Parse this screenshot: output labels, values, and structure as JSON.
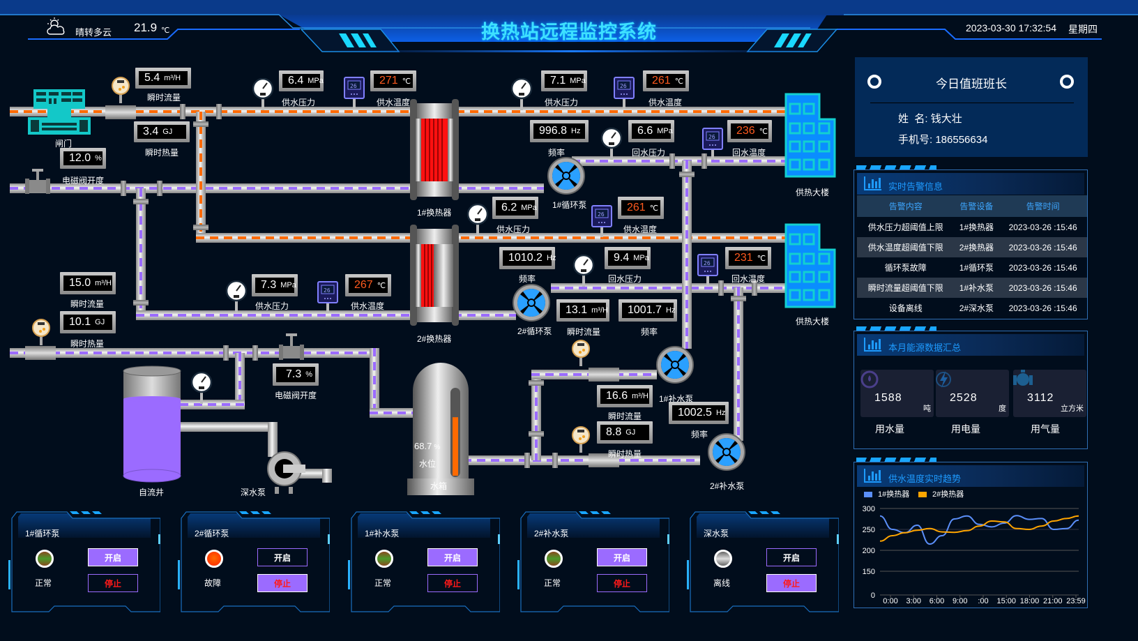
{
  "header": {
    "title": "换热站远程监控系统",
    "weather": {
      "icon": "partly-cloudy-icon",
      "text": "晴转多云",
      "temperature": "21.9",
      "unit": "℃"
    },
    "date": "2023-03-30  17:32:54",
    "weekday": "星期四"
  },
  "colors": {
    "supply": "#ff6a00",
    "return": "#9b6bff",
    "accent": "#3ee0ff",
    "panel_title": "#1e9bff",
    "alarm": "#ff5a1e"
  },
  "diagram": {
    "gate": {
      "label": "闸门"
    },
    "inlet_flow": {
      "value": "5.4",
      "unit": "m³/H",
      "label": "瞬时流量"
    },
    "inlet_heat": {
      "value": "3.4",
      "unit": "GJ",
      "label": "瞬时热量"
    },
    "inlet_valve": {
      "value": "12.0",
      "unit": "%",
      "label": "电磁阀开度"
    },
    "hx1": {
      "label": "1#换热器",
      "in_pressure": {
        "value": "6.4",
        "unit": "MPa",
        "label": "供水压力"
      },
      "in_temp": {
        "value": "271",
        "unit": "℃",
        "label": "供水温度"
      },
      "out_pressure": {
        "value": "7.1",
        "unit": "MPa",
        "label": "供水压力"
      },
      "out_temp": {
        "value": "261",
        "unit": "℃",
        "label": "供水温度"
      },
      "pump": {
        "label": "1#循环泵",
        "freq": {
          "value": "996.8",
          "unit": "Hz",
          "label": "频率"
        }
      },
      "return_pressure": {
        "value": "6.6",
        "unit": "MPa",
        "label": "回水压力"
      },
      "return_temp": {
        "value": "236",
        "unit": "℃",
        "label": "回水温度"
      },
      "building": "供热大楼"
    },
    "hx2": {
      "label": "2#换热器",
      "in_pressure": {
        "value": "7.3",
        "unit": "MPa",
        "label": "供水压力"
      },
      "in_temp": {
        "value": "267",
        "unit": "℃",
        "label": "供水温度"
      },
      "out_pressure": {
        "value": "6.2",
        "unit": "MPa",
        "label": "供水压力"
      },
      "out_temp": {
        "value": "261",
        "unit": "℃",
        "label": "供水温度"
      },
      "pump": {
        "label": "2#循环泵",
        "freq": {
          "value": "1010.2",
          "unit": "Hz",
          "label": "频率"
        }
      },
      "return_pressure": {
        "value": "9.4",
        "unit": "MPa",
        "label": "回水压力"
      },
      "return_temp": {
        "value": "231",
        "unit": "℃",
        "label": "回水温度"
      },
      "flow": {
        "value": "13.1",
        "unit": "m³/H",
        "label": "瞬时流量"
      },
      "freq2": {
        "value": "1001.7",
        "unit": "Hz",
        "label": "频率"
      },
      "building": "供热大楼"
    },
    "well": {
      "flow": {
        "value": "15.0",
        "unit": "m³/H",
        "label": "瞬时流量"
      },
      "heat": {
        "value": "10.1",
        "unit": "GJ",
        "label": "瞬时热量"
      },
      "valve": {
        "value": "7.3",
        "unit": "%",
        "label": "电磁阀开度"
      },
      "well_label": "自流井",
      "deep_pump_label": "深水泵"
    },
    "tank": {
      "level": "68.7",
      "unit": "%",
      "level_label": "水位",
      "label": "水箱",
      "level_fraction": 0.687
    },
    "makeup": {
      "flow": {
        "value": "16.6",
        "unit": "m³/H",
        "label": "瞬时流量"
      },
      "heat": {
        "value": "8.8",
        "unit": "GJ",
        "label": "瞬时热量"
      },
      "pump1": {
        "label": "1#补水泵"
      },
      "pump2": {
        "label": "2#补水泵",
        "freq": {
          "value": "1002.5",
          "unit": "Hz",
          "label": "频率"
        }
      }
    }
  },
  "duty": {
    "title": "今日值班班长",
    "name_label": "姓  名:",
    "name": "钱大壮",
    "phone_label": "手机号:",
    "phone": "186556634"
  },
  "alarms": {
    "title": "实时告警信息",
    "columns": [
      "告警内容",
      "告警设备",
      "告警时间"
    ],
    "rows": [
      [
        "供水压力超阈值上限",
        "1#换热器",
        "2023-03-26 :15:46"
      ],
      [
        "供水温度超阈值下限",
        "2#换热器",
        "2023-03-26 :15:46"
      ],
      [
        "循环泵故障",
        "1#循环泵",
        "2023-03-26 :15:46"
      ],
      [
        "瞬时流量超阈值下限",
        "1#补水泵",
        "2023-03-26 :15:46"
      ],
      [
        "设备离线",
        "2#深水泵",
        "2023-03-26 :15:46"
      ]
    ]
  },
  "energy": {
    "title": "本月能源数据汇总",
    "items": [
      {
        "icon": "water-drop-icon",
        "value": "1588",
        "unit": "吨",
        "label": "用水量"
      },
      {
        "icon": "lightning-icon",
        "value": "2528",
        "unit": "度",
        "label": "用电量"
      },
      {
        "icon": "gas-valve-icon",
        "value": "3112",
        "unit": "立方米",
        "label": "用气量"
      }
    ]
  },
  "chart_data": {
    "type": "line",
    "title": "供水温度实时趋势",
    "xlabel": "",
    "ylabel": "",
    "x_ticks": [
      "0:00",
      "3:00",
      "6:00",
      "9:00",
      ":00",
      "15:00",
      "18:00",
      "21:00",
      "23:59"
    ],
    "y_ticks": [
      0,
      150,
      200,
      250,
      300
    ],
    "ylim": [
      0,
      300
    ],
    "legend_position": "top-left",
    "grid": true,
    "x": [
      0,
      1,
      2,
      3,
      4,
      5,
      6,
      7,
      8,
      9,
      10,
      11,
      12,
      13,
      14,
      15,
      16
    ],
    "series": [
      {
        "name": "1#换热器",
        "color": "#5b8ff9",
        "values": [
          282,
          250,
          242,
          260,
          215,
          235,
          275,
          282,
          262,
          256,
          265,
          283,
          274,
          276,
          250,
          252,
          272
        ]
      },
      {
        "name": "2#换热器",
        "color": "#ffa500",
        "values": [
          222,
          235,
          242,
          248,
          252,
          244,
          243,
          247,
          258,
          270,
          268,
          252,
          250,
          258,
          270,
          276,
          282
        ]
      }
    ]
  },
  "controls": [
    {
      "name": "1#循环泵",
      "status": "正常",
      "led": "normal",
      "start": "开启",
      "stop": "停止",
      "active": "start"
    },
    {
      "name": "2#循环泵",
      "status": "故障",
      "led": "fault",
      "start": "开启",
      "stop": "停止",
      "active": "stop"
    },
    {
      "name": "1#补水泵",
      "status": "正常",
      "led": "normal",
      "start": "开启",
      "stop": "停止",
      "active": "start"
    },
    {
      "name": "2#补水泵",
      "status": "正常",
      "led": "normal",
      "start": "开启",
      "stop": "停止",
      "active": "start"
    },
    {
      "name": "深水泵",
      "status": "离线",
      "led": "offline",
      "start": "开启",
      "stop": "停止",
      "active": "stop"
    }
  ]
}
